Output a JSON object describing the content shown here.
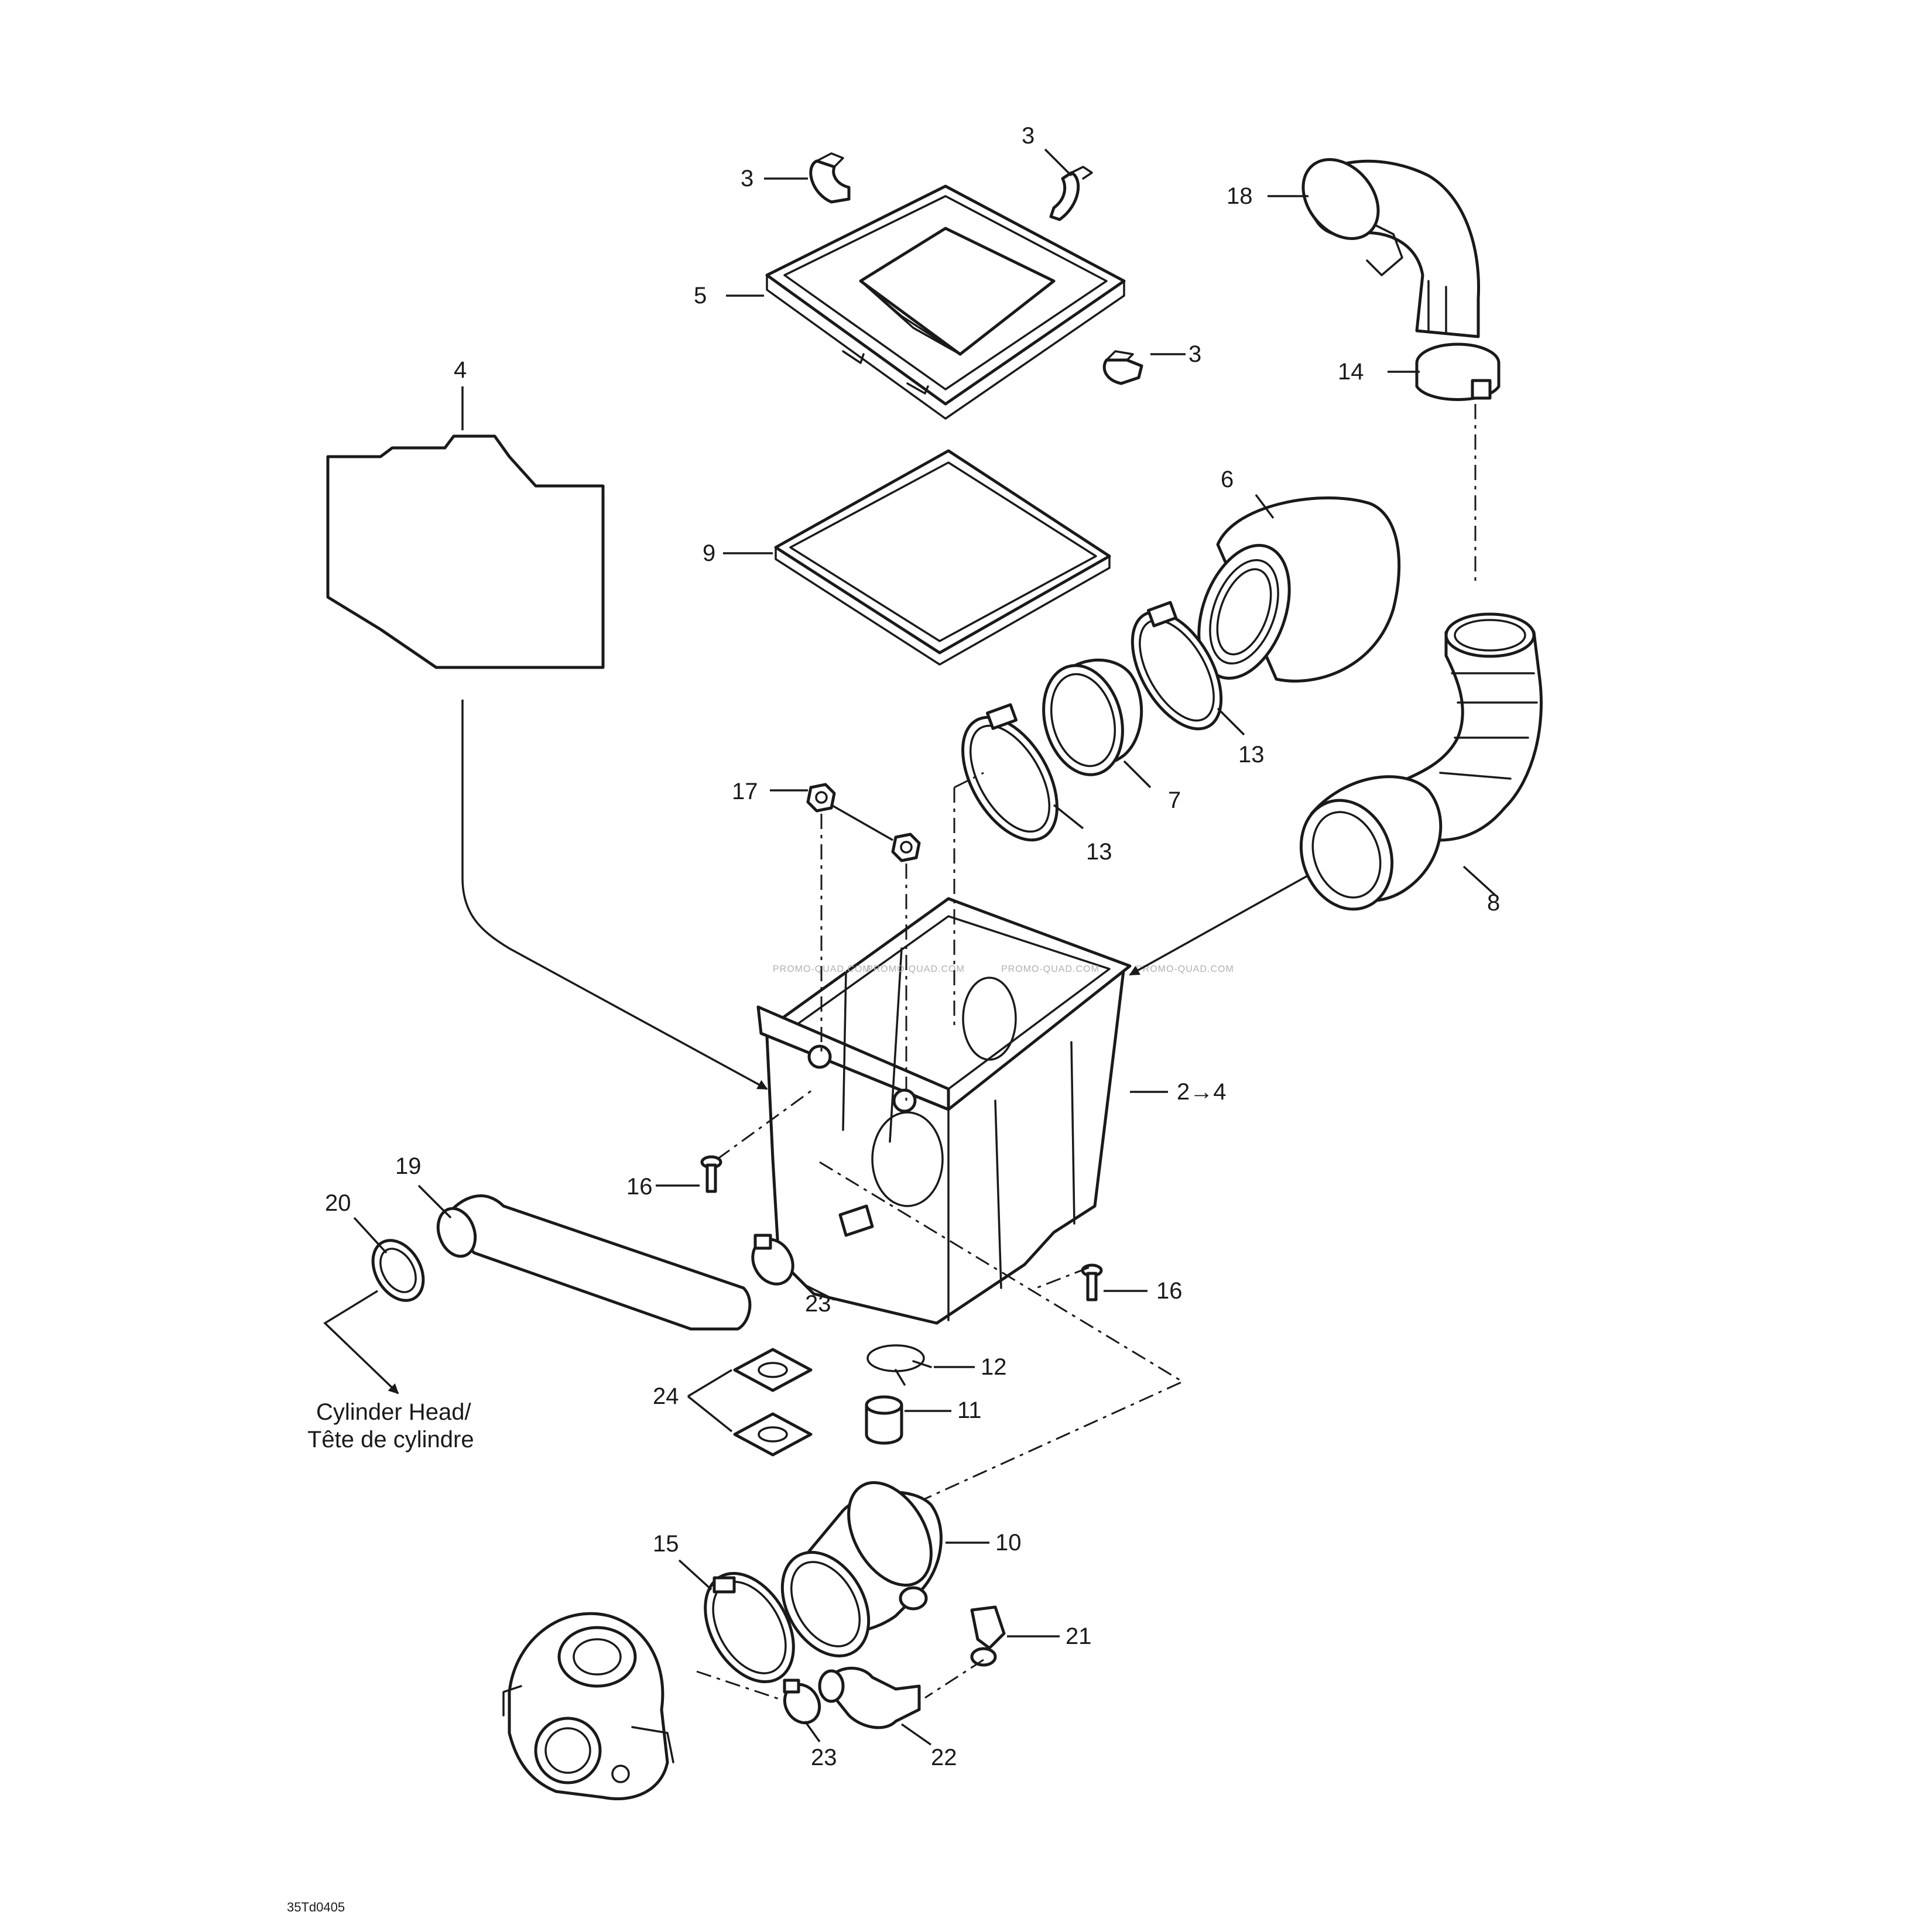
{
  "callouts": {
    "c3a": "3",
    "c3b": "3",
    "c3c": "3",
    "c5": "5",
    "c18": "18",
    "c14": "14",
    "c4": "4",
    "c6": "6",
    "c9": "9",
    "c13a": "13",
    "c13b": "13",
    "c7": "7",
    "c17": "17",
    "c8": "8",
    "c2_4": "2→4",
    "c16a": "16",
    "c16b": "16",
    "c19": "19",
    "c20": "20",
    "c23a": "23",
    "c23b": "23",
    "c12": "12",
    "c11": "11",
    "c24": "24",
    "c10": "10",
    "c15": "15",
    "c21": "21",
    "c22": "22"
  },
  "destination": {
    "line1": "Cylinder Head/",
    "line2": "Tête de cylindre"
  },
  "drawing_code": "35Td0405",
  "watermark": "PROMO-QUAD.COM",
  "colors": {
    "ink": "#1a1a1a",
    "paper": "#ffffff"
  }
}
